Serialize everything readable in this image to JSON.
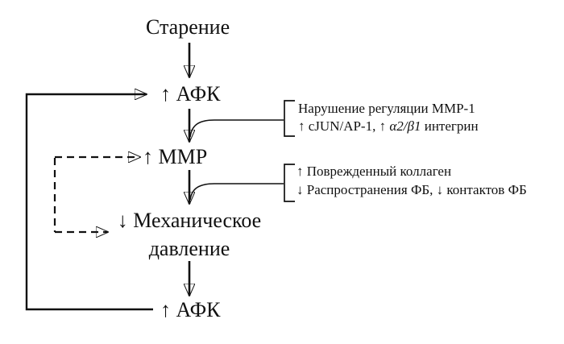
{
  "nodes": {
    "aging": "Старение",
    "ros_top": "↑ АФК",
    "mmp": "↑ MMP",
    "mech_line1": "↓ Механическое",
    "mech_line2": "давление",
    "ros_bottom": "↑ АФК"
  },
  "annotations": {
    "block1": {
      "line1": "Нарушение регуляции MMP-1",
      "line2_pre": "↑ cJUN/AP-1, ↑ ",
      "line2_italic": "α2/β1",
      "line2_post": " интегрин"
    },
    "block2": {
      "line1": "↑ Поврежденный коллаген",
      "line2": "↓ Распространения ФБ, ↓ контактов ФБ"
    }
  },
  "colors": {
    "ink": "#111111",
    "background": "#ffffff"
  }
}
